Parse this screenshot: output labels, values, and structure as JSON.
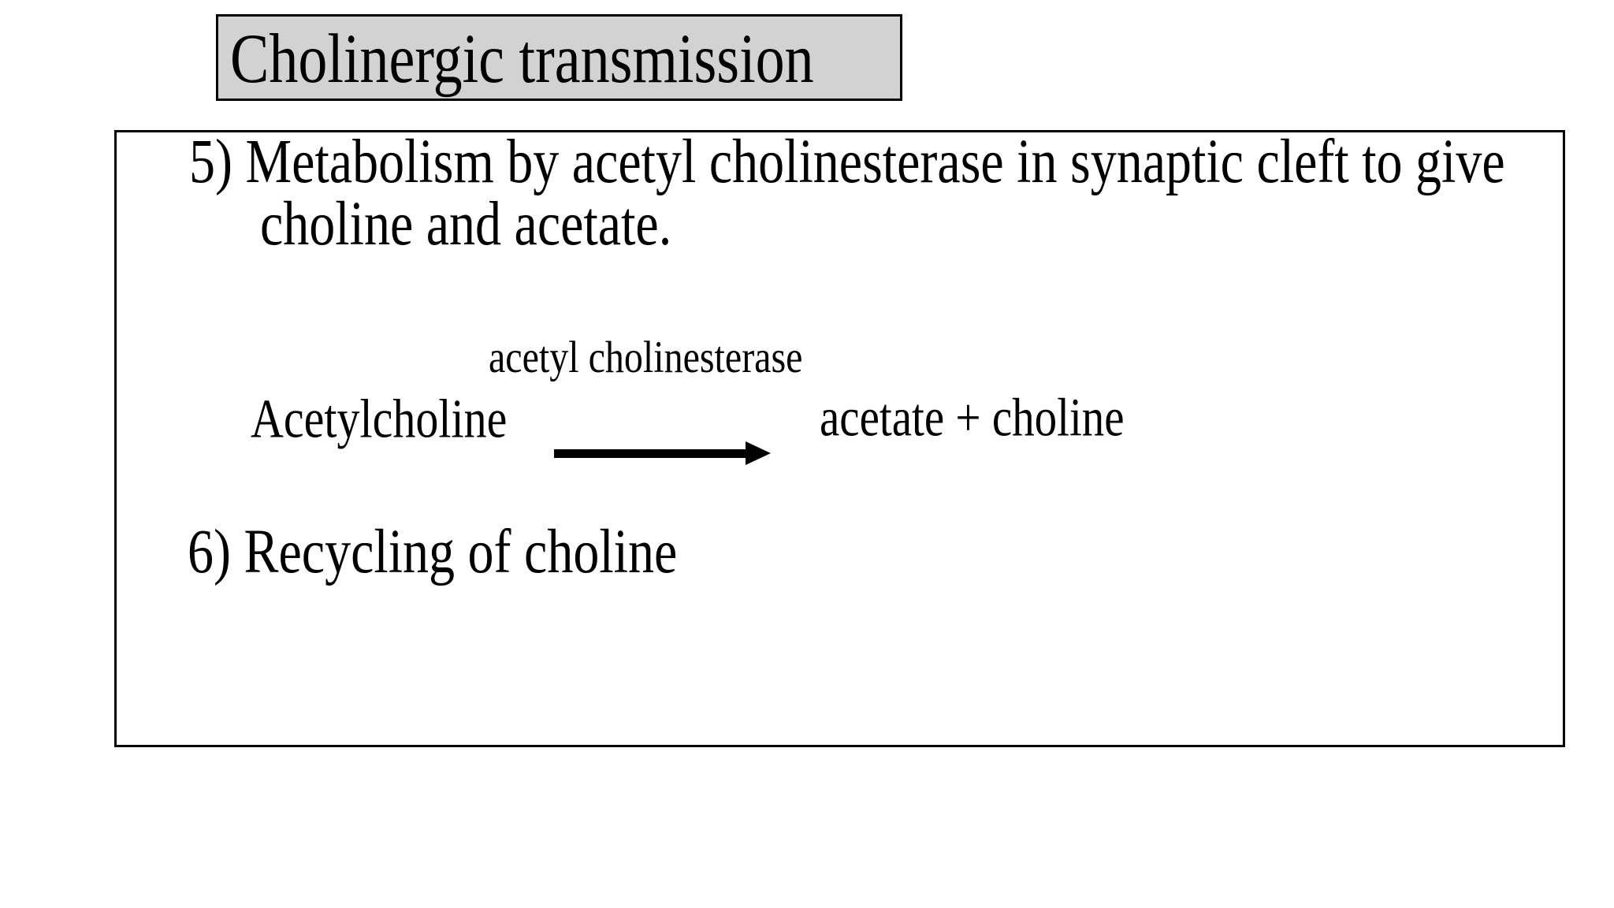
{
  "slide": {
    "title": "Cholinergic transmission",
    "point5": {
      "line1": "5) Metabolism by acetyl cholinesterase in synaptic cleft to give",
      "line2": "choline and acetate."
    },
    "reaction": {
      "enzyme": "acetyl cholinesterase",
      "reactant": "Acetylcholine",
      "arrow_icon": "right-arrow",
      "products": "acetate + choline"
    },
    "point6": "6) Recycling of choline"
  },
  "colors": {
    "background": "#ffffff",
    "title_box_fill": "#d2d2d2",
    "border": "#000000",
    "text": "#000000",
    "arrow": "#000000"
  }
}
